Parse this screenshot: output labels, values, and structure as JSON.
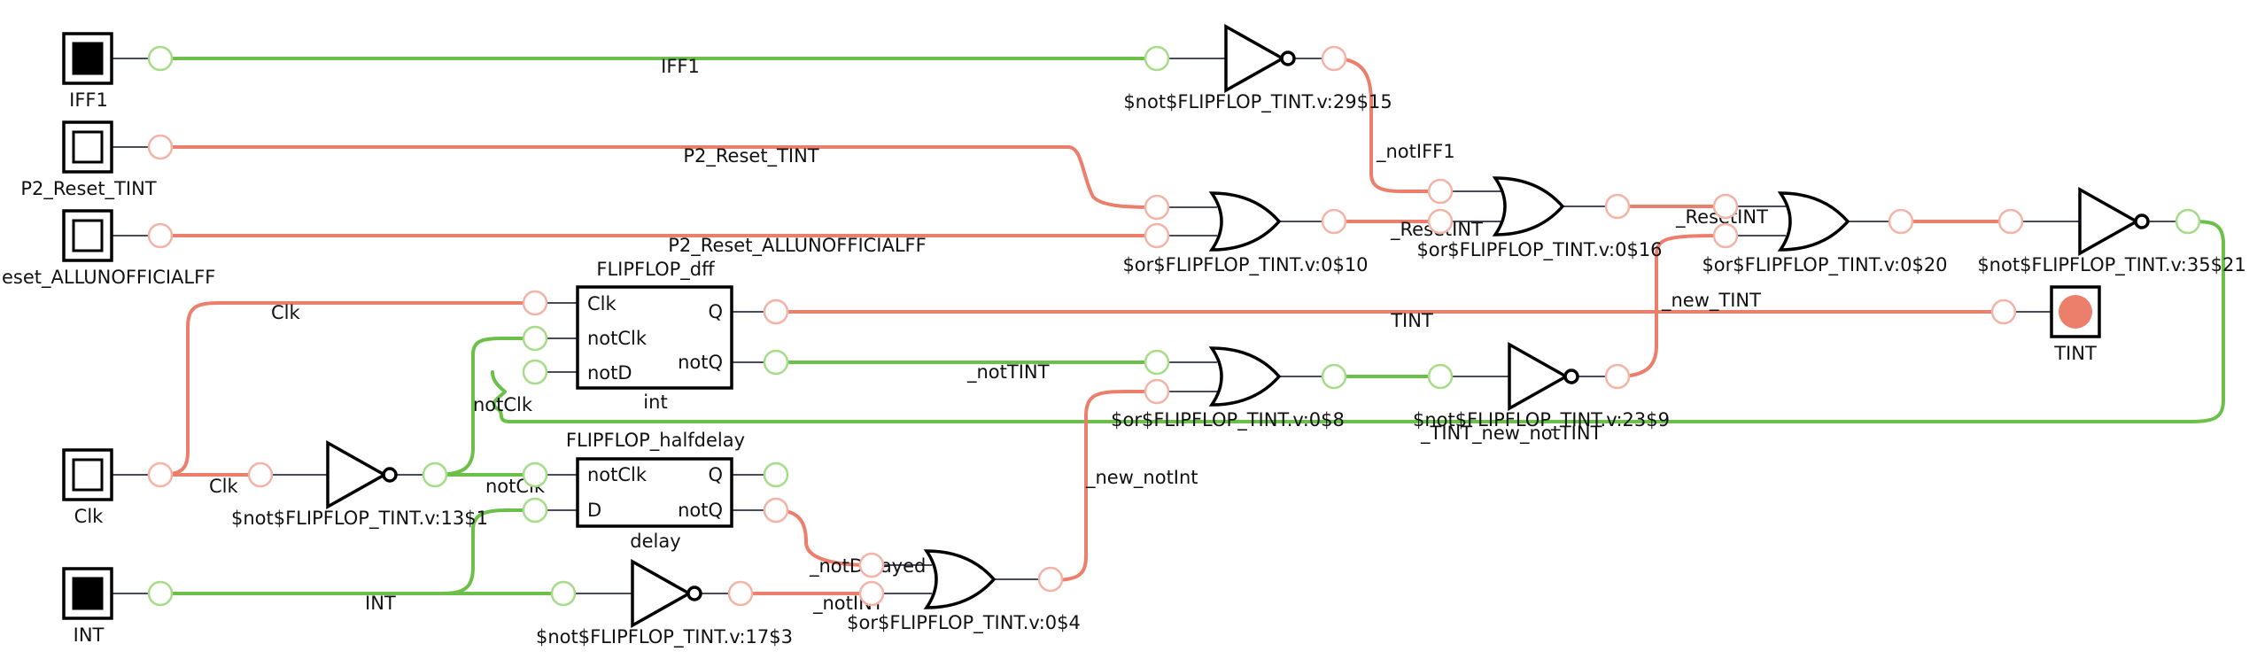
{
  "colors": {
    "high": "#6cc04a",
    "low": "#ec7e6c",
    "high_port": "#a6dc8a",
    "low_port": "#f3b4a8",
    "lamp_on": "#ec7e6c"
  },
  "inputs": [
    {
      "id": "IFF1",
      "label": "IFF1",
      "value": 1
    },
    {
      "id": "P2_Reset_TINT",
      "label": "P2_Reset_TINT",
      "value": 0
    },
    {
      "id": "P2_Reset_ALLUNOFFICIALFF",
      "label": "eset_ALLUNOFFICIALFF",
      "value": 0
    },
    {
      "id": "Clk",
      "label": "Clk",
      "value": 0
    },
    {
      "id": "INT",
      "label": "INT",
      "value": 1
    }
  ],
  "outputs": [
    {
      "id": "TINT",
      "label": "TINT",
      "value": 1
    }
  ],
  "gates": [
    {
      "id": "not15",
      "type": "not",
      "label": "$not$FLIPFLOP_TINT.v:29$15"
    },
    {
      "id": "or10",
      "type": "or",
      "label": "$or$FLIPFLOP_TINT.v:0$10"
    },
    {
      "id": "or16",
      "type": "or",
      "label": "$or$FLIPFLOP_TINT.v:0$16"
    },
    {
      "id": "or20",
      "type": "or",
      "label": "$or$FLIPFLOP_TINT.v:0$20"
    },
    {
      "id": "not21",
      "type": "not",
      "label": "$not$FLIPFLOP_TINT.v:35$21"
    },
    {
      "id": "or8",
      "type": "or",
      "label": "$or$FLIPFLOP_TINT.v:0$8"
    },
    {
      "id": "not9",
      "type": "not",
      "label": "$not$FLIPFLOP_TINT.v:23$9"
    },
    {
      "id": "not1",
      "type": "not",
      "label": "$not$FLIPFLOP_TINT.v:13$1"
    },
    {
      "id": "not3",
      "type": "not",
      "label": "$not$FLIPFLOP_TINT.v:17$3"
    },
    {
      "id": "or4",
      "type": "or",
      "label": "$or$FLIPFLOP_TINT.v:0$4"
    }
  ],
  "cells": [
    {
      "id": "dff",
      "title": "FLIPFLOP_dff",
      "instance": "int",
      "inputs": [
        "Clk",
        "notClk",
        "notD"
      ],
      "outputs": [
        "Q",
        "notQ"
      ]
    },
    {
      "id": "halfdelay",
      "title": "FLIPFLOP_halfdelay",
      "instance": "delay",
      "inputs": [
        "notClk",
        "D"
      ],
      "outputs": [
        "Q",
        "notQ"
      ]
    }
  ],
  "nets": [
    {
      "id": "IFF1",
      "label": "IFF1",
      "value": 1
    },
    {
      "id": "P2_Reset_TINT",
      "label": "P2_Reset_TINT",
      "value": 0
    },
    {
      "id": "P2_Reset_ALLUNOFFICIALFF",
      "label": "P2_Reset_ALLUNOFFICIALFF",
      "value": 0
    },
    {
      "id": "notIFF1",
      "label": "_notIFF1",
      "value": 0
    },
    {
      "id": "ResetINT_a",
      "label": "_ResetINT",
      "value": 0
    },
    {
      "id": "ResetINT_b",
      "label": "_ResetINT",
      "value": 0
    },
    {
      "id": "new_TINT",
      "label": "_new_TINT",
      "value": 0
    },
    {
      "id": "TINT",
      "label": "TINT",
      "value": 0
    },
    {
      "id": "Clk",
      "label": "Clk",
      "value": 0
    },
    {
      "id": "Clk_b",
      "label": "Clk",
      "value": 0
    },
    {
      "id": "notClk",
      "label": "notClk",
      "value": 1
    },
    {
      "id": "notClk_b",
      "label": "notClk",
      "value": 1
    },
    {
      "id": "notTINT",
      "label": "_notTINT",
      "value": 1
    },
    {
      "id": "TINT_new_notTINT",
      "label": "_TINT_new_notTINT",
      "value": 1
    },
    {
      "id": "new_notInt",
      "label": "_new_notInt",
      "value": 0
    },
    {
      "id": "notDelayed",
      "label": "_notDelayed",
      "value": 0
    },
    {
      "id": "notINT",
      "label": "_notINT",
      "value": 0
    },
    {
      "id": "INT",
      "label": "INT",
      "value": 1
    }
  ]
}
